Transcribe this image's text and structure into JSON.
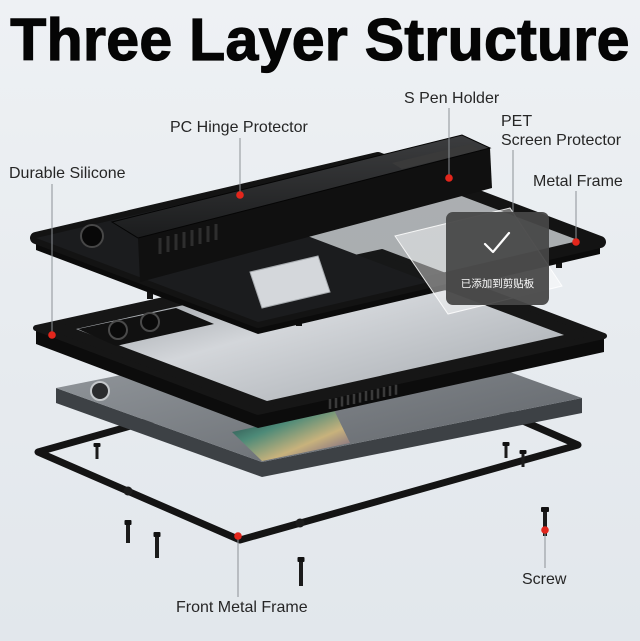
{
  "title": "Three Layer Structure",
  "labels": {
    "s_pen_holder": "S Pen Holder",
    "pc_hinge_protector": "PC Hinge Protector",
    "pet_screen_protector": [
      "PET",
      "Screen Protector"
    ],
    "durable_silicone": "Durable Silicone",
    "metal_frame": "Metal Frame",
    "screw": "Screw",
    "front_metal_frame": "Front Metal Frame"
  },
  "toast": {
    "message": "已添加到剪贴板",
    "icon": "checkmark-icon"
  },
  "colors": {
    "callout_dot": "#e3261c",
    "leader_line": "#8c9196",
    "toast_background": "#474747",
    "title_text": "#050505"
  }
}
